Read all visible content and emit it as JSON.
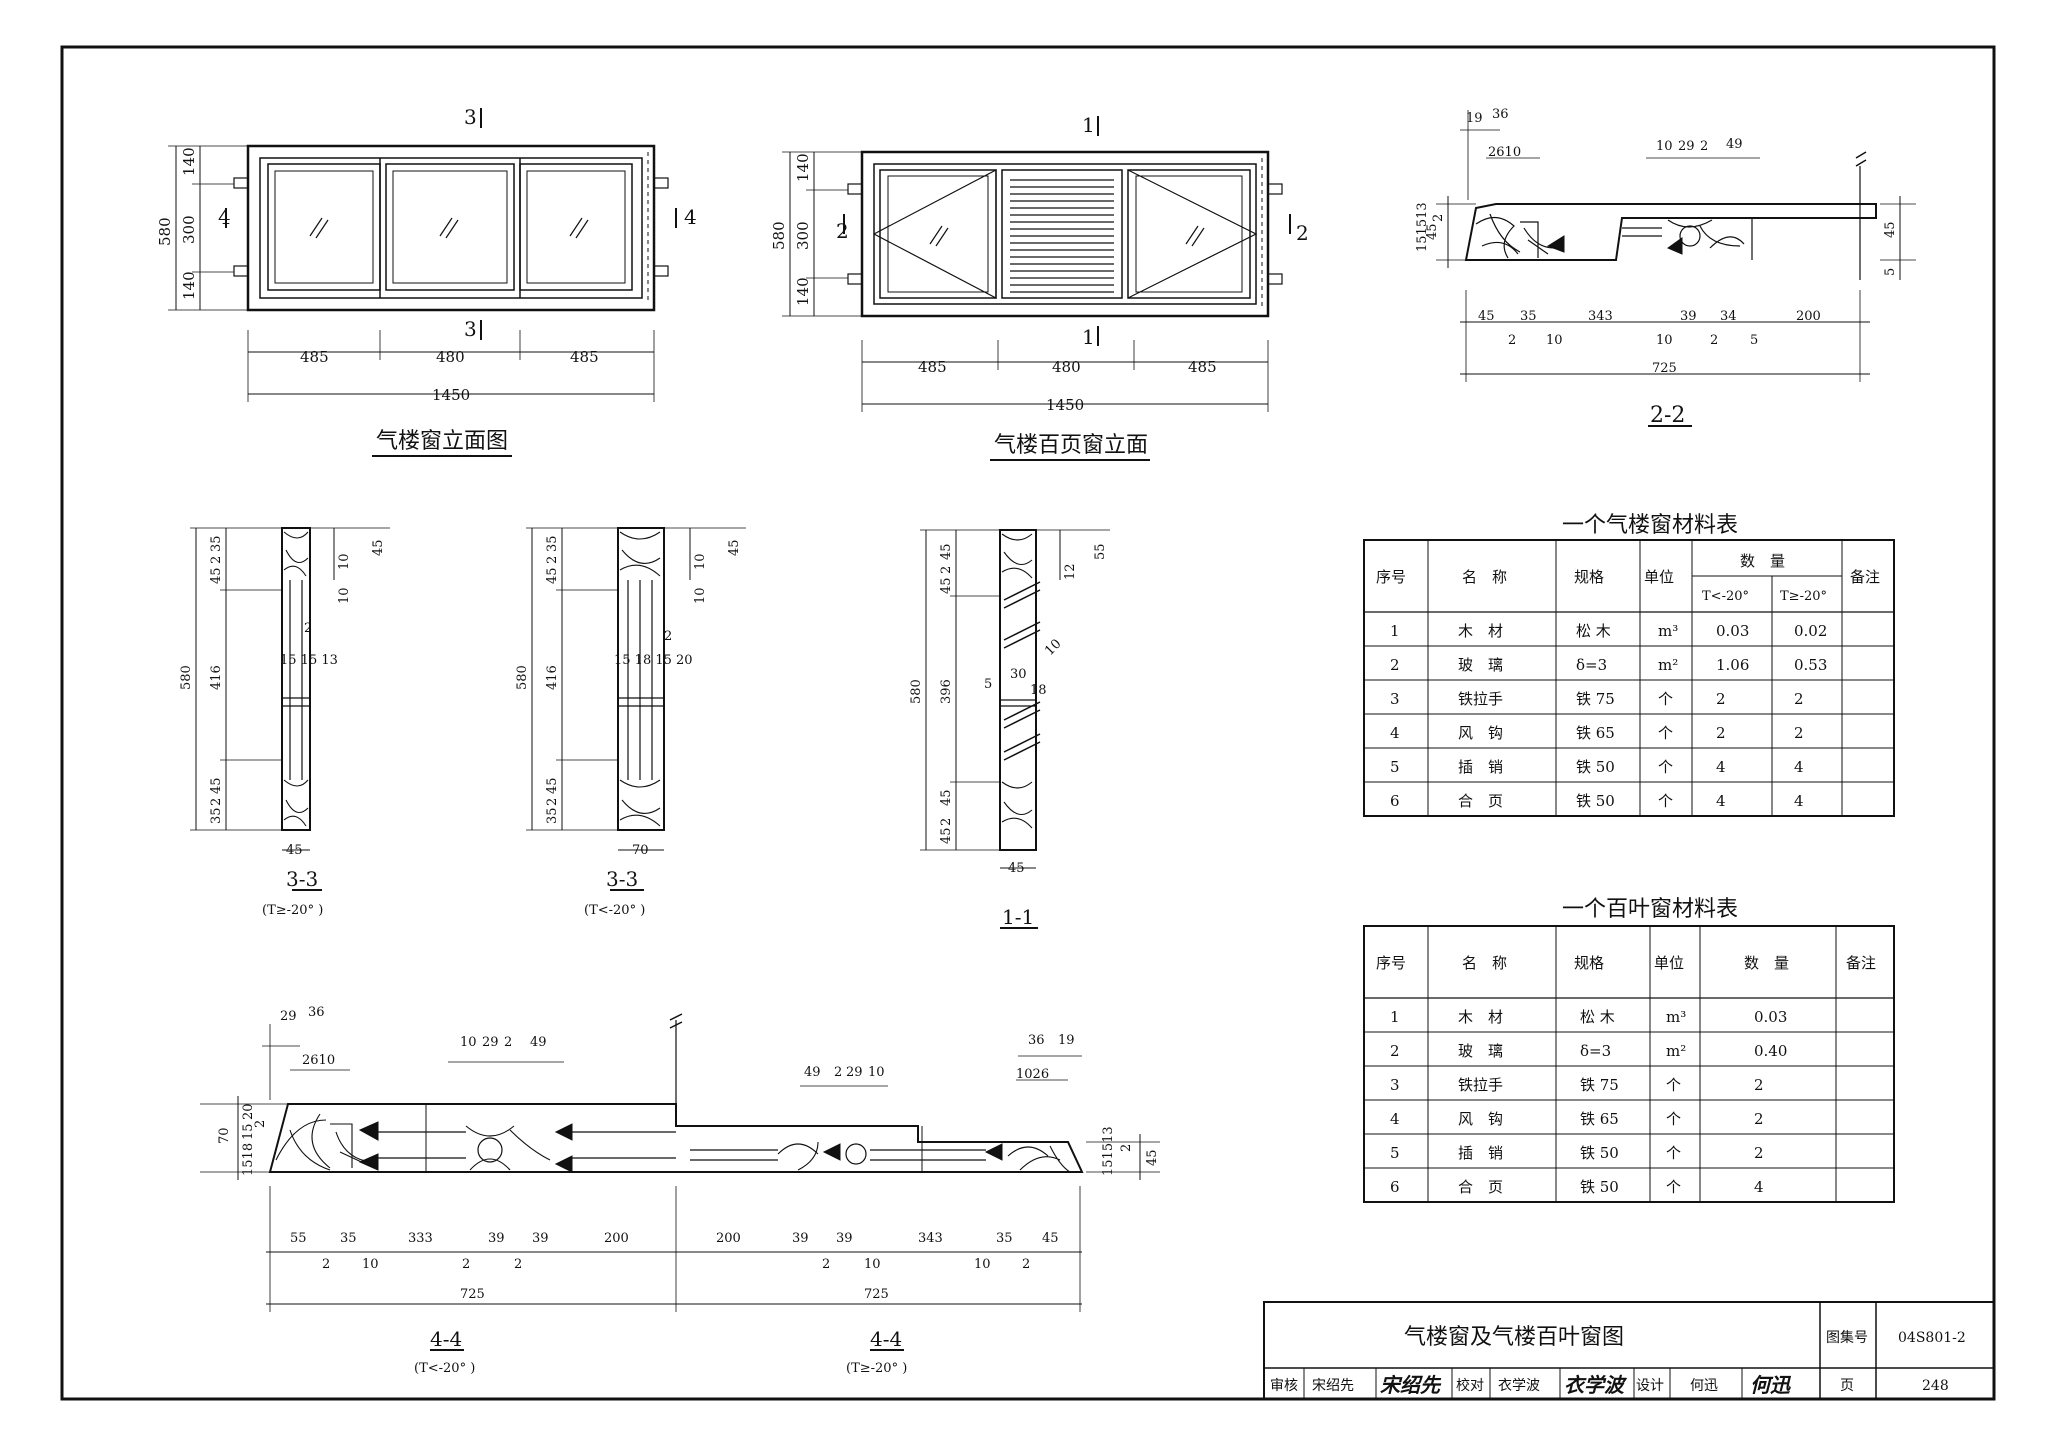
{
  "elev_window": {
    "caption": "气楼窗立面图",
    "cut_top": "3",
    "cut_bottom": "3",
    "cut_left": "4",
    "cut_right": "4",
    "h_total": "580",
    "h_top": "140",
    "h_mid": "300",
    "h_bot": "140",
    "w1": "485",
    "w2": "480",
    "w3": "485",
    "w_total": "1450"
  },
  "elev_louver": {
    "caption": "气楼百页窗立面",
    "cut_top": "1",
    "cut_bottom": "1",
    "cut_left": "2",
    "cut_right": "2",
    "h_total": "580",
    "h_top": "140",
    "h_mid": "300",
    "h_bot": "140",
    "w1": "485",
    "w2": "480",
    "w3": "485",
    "w_total": "1450"
  },
  "sec22": {
    "caption": "2-2",
    "top": [
      "19",
      "36",
      "2610",
      "10",
      "29",
      "2",
      "49"
    ],
    "left": [
      "45",
      "151513",
      "2"
    ],
    "right": [
      "45",
      "5"
    ],
    "bottom": [
      "45",
      "35",
      "343",
      "39",
      "34",
      "200"
    ],
    "bottom_small": [
      "2",
      "10",
      "10",
      "2",
      "5"
    ],
    "total": "725"
  },
  "sec33a": {
    "caption": "3-3",
    "note": "(T≥-20° )",
    "left": [
      "580",
      "45",
      "2",
      "35",
      "416",
      "35",
      "2",
      "45"
    ],
    "right": [
      "10",
      "45",
      "10"
    ],
    "mid": "15 15 13",
    "mark": "2",
    "bottom": "45"
  },
  "sec33b": {
    "caption": "3-3",
    "note": "(T<-20° )",
    "left": [
      "580",
      "45",
      "2",
      "35",
      "416",
      "35",
      "2",
      "45"
    ],
    "right": [
      "10",
      "45",
      "10"
    ],
    "mid": "15 18 15 20",
    "mark": "2",
    "bottom": "70"
  },
  "sec11": {
    "caption": "1-1",
    "left": [
      "580",
      "45",
      "2",
      "45",
      "396",
      "45",
      "2",
      "45"
    ],
    "right": [
      "12",
      "55",
      "10",
      "30",
      "5",
      "18"
    ],
    "bottom": "45"
  },
  "table1": {
    "title": "一个气楼窗材料表",
    "h_no": "序号",
    "h_name": "名　称",
    "h_spec": "规格",
    "h_unit": "单位",
    "h_qty": "数　量",
    "h_q1": "T<-20°",
    "h_q2": "T≥-20°",
    "h_note": "备注",
    "rows": [
      {
        "no": "1",
        "name": "木　材",
        "spec": "松 木",
        "unit": "m³",
        "q1": "0.03",
        "q2": "0.02"
      },
      {
        "no": "2",
        "name": "玻　璃",
        "spec": "δ=3",
        "unit": "m²",
        "q1": "1.06",
        "q2": "0.53"
      },
      {
        "no": "3",
        "name": "铁拉手",
        "spec": "铁 75",
        "unit": "个",
        "q1": "2",
        "q2": "2"
      },
      {
        "no": "4",
        "name": "风　钩",
        "spec": "铁 65",
        "unit": "个",
        "q1": "2",
        "q2": "2"
      },
      {
        "no": "5",
        "name": "插　销",
        "spec": "铁 50",
        "unit": "个",
        "q1": "4",
        "q2": "4"
      },
      {
        "no": "6",
        "name": "合　页",
        "spec": "铁 50",
        "unit": "个",
        "q1": "4",
        "q2": "4"
      }
    ]
  },
  "table2": {
    "title": "一个百叶窗材料表",
    "h_no": "序号",
    "h_name": "名　称",
    "h_spec": "规格",
    "h_unit": "单位",
    "h_qty": "数　量",
    "h_note": "备注",
    "rows": [
      {
        "no": "1",
        "name": "木　材",
        "spec": "松 木",
        "unit": "m³",
        "q": "0.03"
      },
      {
        "no": "2",
        "name": "玻　璃",
        "spec": "δ=3",
        "unit": "m²",
        "q": "0.40"
      },
      {
        "no": "3",
        "name": "铁拉手",
        "spec": "铁 75",
        "unit": "个",
        "q": "2"
      },
      {
        "no": "4",
        "name": "风　钩",
        "spec": "铁 65",
        "unit": "个",
        "q": "2"
      },
      {
        "no": "5",
        "name": "插　销",
        "spec": "铁 50",
        "unit": "个",
        "q": "2"
      },
      {
        "no": "6",
        "name": "合　页",
        "spec": "铁 50",
        "unit": "个",
        "q": "4"
      }
    ]
  },
  "sec44a": {
    "caption": "4-4",
    "note": "(T<-20° )",
    "top": [
      "29",
      "36",
      "2610",
      "10",
      "29",
      "2",
      "49"
    ],
    "left": [
      "70",
      "1518",
      "15",
      "20",
      "2"
    ],
    "bottom": [
      "55",
      "35",
      "333",
      "39",
      "39",
      "200"
    ],
    "bottom_small": [
      "2",
      "10",
      "2",
      "2"
    ],
    "total": "725"
  },
  "sec44b": {
    "caption": "4-4",
    "note": "(T≥-20° )",
    "top": [
      "49",
      "2",
      "29",
      "10",
      "36",
      "19",
      "1026"
    ],
    "right": [
      "151513",
      "2",
      "45"
    ],
    "bottom": [
      "200",
      "39",
      "39",
      "343",
      "35",
      "45"
    ],
    "bottom_small": [
      "2",
      "10",
      "10",
      "2"
    ],
    "total": "725"
  },
  "title_block": {
    "drawing_title": "气楼窗及气楼百叶窗图",
    "atlas_label": "图集号",
    "atlas_no": "04S801-2",
    "review_label": "审核",
    "reviewer": "宋绍先",
    "reviewer_sign": "宋绍先",
    "check_label": "校对",
    "checker": "衣学波",
    "checker_sign": "衣学波",
    "design_label": "设计",
    "designer": "何迅",
    "designer_sign": "何迅",
    "page_label": "页",
    "page_no": "248"
  }
}
